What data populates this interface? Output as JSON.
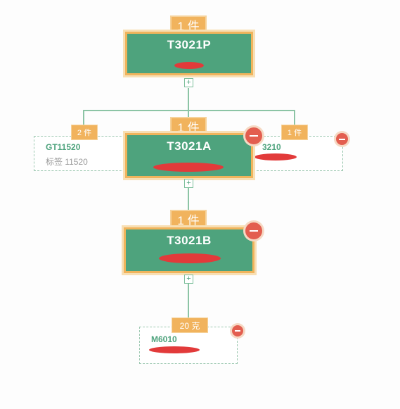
{
  "tree": {
    "root": {
      "qty": "1 件",
      "code": "T3021P",
      "name": "",
      "toggle": "+"
    },
    "level1": {
      "left": {
        "qty": "2 件",
        "code": "GT11520",
        "name": "标签 11520"
      },
      "center": {
        "qty": "1 件",
        "code": "T3021A",
        "name": "",
        "toggle": "+"
      },
      "right": {
        "qty": "1 件",
        "code": "3210",
        "name": ""
      }
    },
    "level2": {
      "qty": "1 件",
      "code": "T3021B",
      "name": "",
      "toggle": "+"
    },
    "level3": {
      "qty": "20 克",
      "code": "M6010",
      "name": ""
    }
  },
  "colors": {
    "card_green": "#4ea37d",
    "badge_orange": "#f1b35d",
    "remove_red": "#e35e4f",
    "redaction_red": "#e23a3a",
    "connector": "#8cc4a5"
  },
  "icons": {
    "remove": "minus-circle-icon",
    "expand": "plus-square-icon"
  }
}
